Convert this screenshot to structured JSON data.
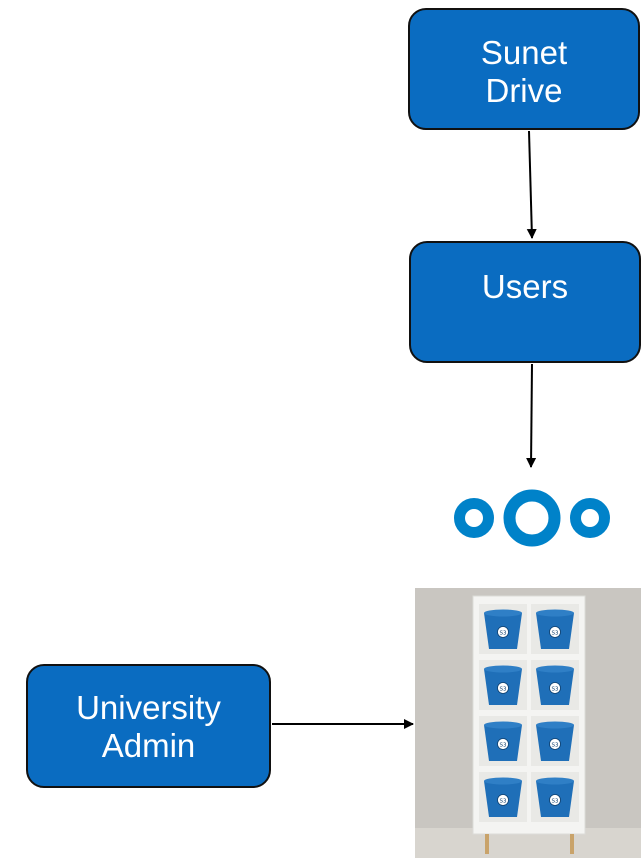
{
  "nodes": {
    "sunet_drive": {
      "line1": "Sunet",
      "line2": "Drive"
    },
    "users": {
      "label": "Users"
    },
    "university_admin": {
      "line1": "University",
      "line2": "Admin"
    }
  },
  "icons": {
    "nextcloud": "nextcloud-logo-icon",
    "storage": "s3-bucket-shelf-image",
    "bucket_badge": "S3"
  },
  "colors": {
    "node_fill": "#0a6cc1",
    "node_border": "#111111",
    "node_text": "#ffffff",
    "logo": "#0082c9",
    "edge": "#000000",
    "shelf": "#f4f4f2",
    "shelf_backdrop": "#c9c6c1",
    "bucket": "#1f6fb8"
  }
}
